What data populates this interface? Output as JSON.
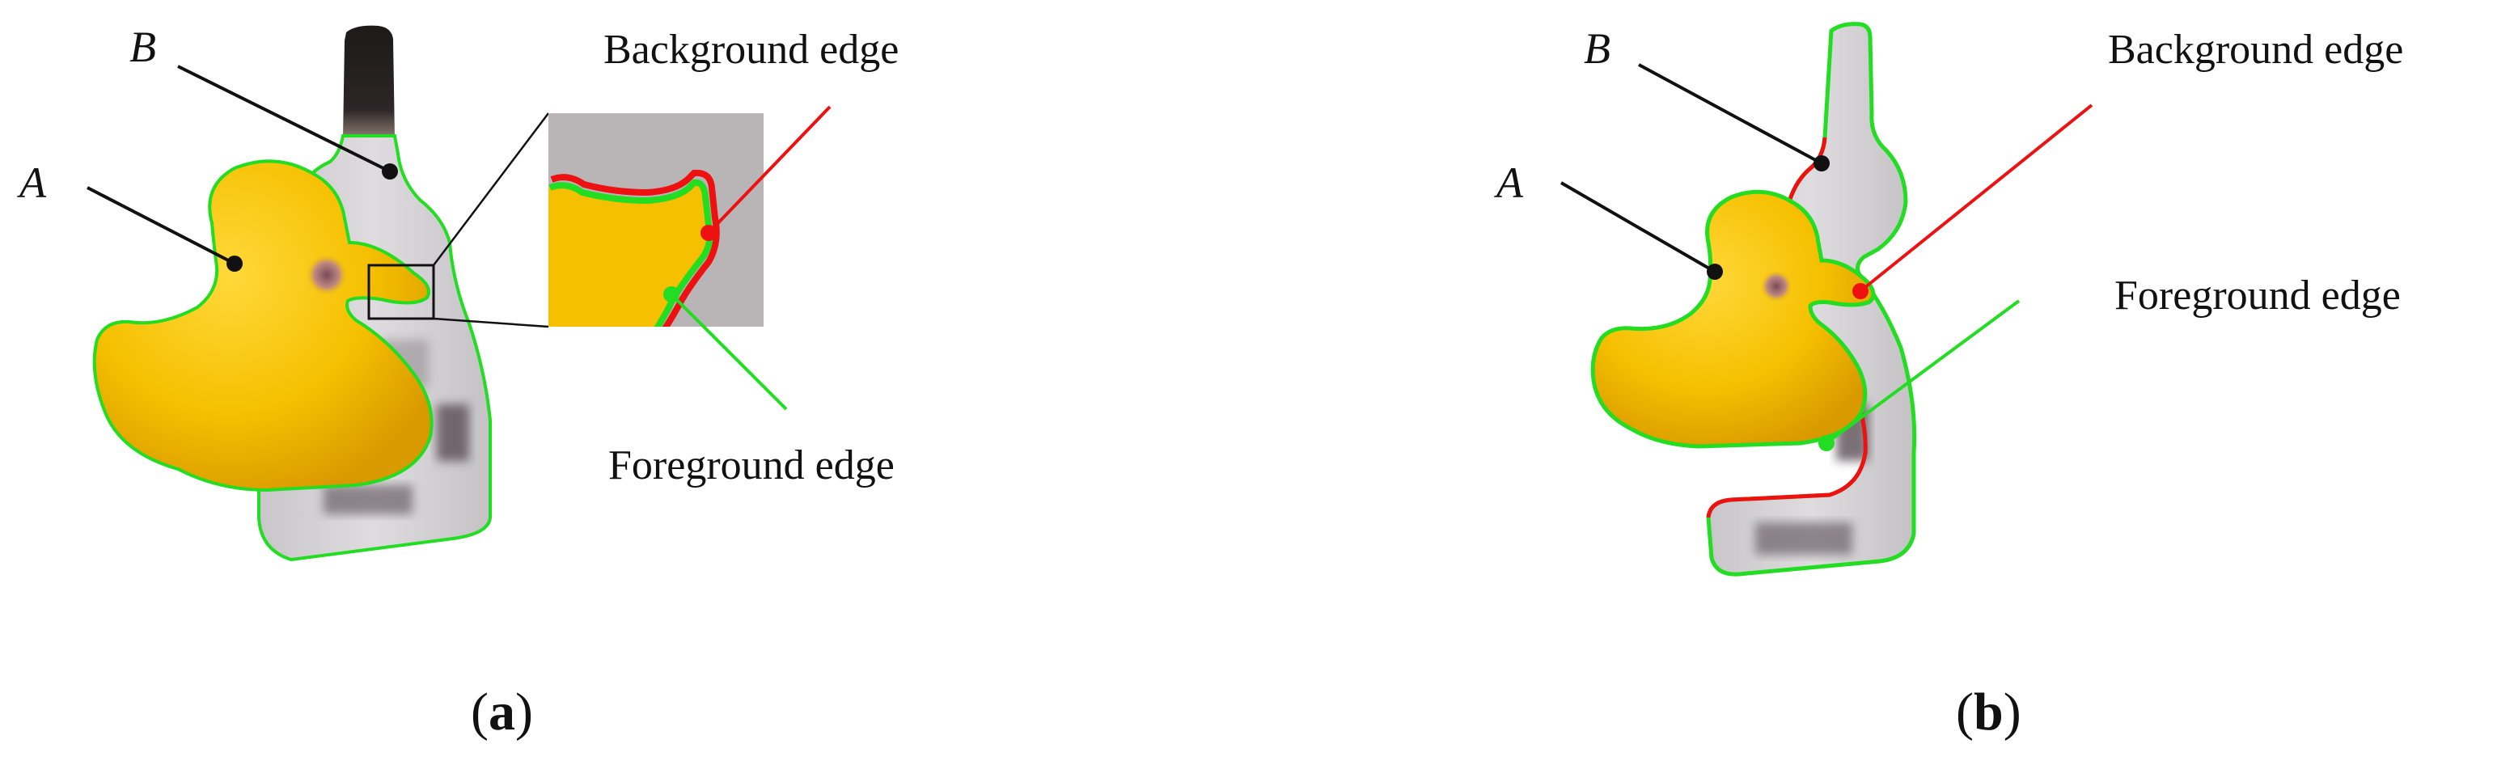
{
  "panels": [
    {
      "caption_open": "(",
      "caption_letter": "a",
      "caption_close": ")",
      "label_object_a": "A",
      "label_object_b": "B",
      "label_background_edge": "Background edge",
      "label_foreground_edge": "Foreground edge"
    },
    {
      "caption_open": "(",
      "caption_letter": "b",
      "caption_close": ")",
      "label_object_a": "A",
      "label_object_b": "B",
      "label_background_edge": "Background edge",
      "label_foreground_edge": "Foreground edge"
    }
  ],
  "colors": {
    "foreground_edge": "#22dd22",
    "background_edge": "#ee1111",
    "duck_body": "#f5c000",
    "duck_shadow": "#d99a00",
    "bottle_body": "#d4d2d4",
    "bottle_cap": "#2a2424",
    "leader_line": "#000000",
    "inset_background": "#b9b5b7"
  }
}
